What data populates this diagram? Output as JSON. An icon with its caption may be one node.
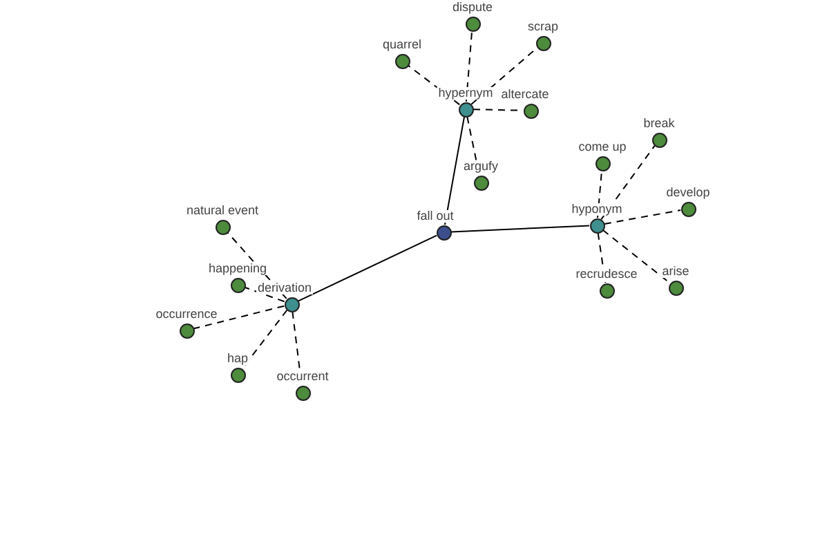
{
  "diagram": {
    "nodes": [
      {
        "text": [],
        "shape": "circle",
        "beside": [
          "fall out"
        ]
      },
      {
        "text": [],
        "shape": "circle",
        "beside": [
          "hypernym"
        ]
      },
      {
        "text": [],
        "shape": "circle",
        "beside": [
          "dispute"
        ]
      },
      {
        "text": [],
        "shape": "circle",
        "beside": [
          "scrap"
        ]
      },
      {
        "text": [],
        "shape": "circle",
        "beside": [
          "quarrel"
        ]
      },
      {
        "text": [],
        "shape": "circle",
        "beside": [
          "altercate"
        ]
      },
      {
        "text": [],
        "shape": "circle",
        "beside": [
          "argufy"
        ]
      },
      {
        "text": [],
        "shape": "circle",
        "beside": [
          "hyponym"
        ]
      },
      {
        "text": [],
        "shape": "circle",
        "beside": [
          "come up"
        ]
      },
      {
        "text": [],
        "shape": "circle",
        "beside": [
          "break"
        ]
      },
      {
        "text": [],
        "shape": "circle",
        "beside": [
          "develop"
        ]
      },
      {
        "text": [],
        "shape": "circle",
        "beside": [
          "recrudesce"
        ]
      },
      {
        "text": [],
        "shape": "circle",
        "beside": [
          "arise"
        ]
      },
      {
        "text": [],
        "shape": "circle",
        "beside": [
          "derivation"
        ]
      },
      {
        "text": [],
        "shape": "circle",
        "beside": [
          "natural event"
        ]
      },
      {
        "text": [],
        "shape": "circle",
        "beside": [
          "happening"
        ]
      },
      {
        "text": [],
        "shape": "circle",
        "beside": [
          "occurrence"
        ]
      },
      {
        "text": [],
        "shape": "circle",
        "beside": [
          "hap"
        ]
      },
      {
        "text": [],
        "shape": "circle",
        "beside": [
          "occurrent"
        ]
      }
    ],
    "edges": [
      {
        "from": 0,
        "to": 1,
        "arrow": "none"
      },
      {
        "from": 0,
        "to": 7,
        "arrow": "none"
      },
      {
        "from": 0,
        "to": 13,
        "arrow": "none"
      },
      {
        "from": 1,
        "to": 2,
        "arrow": "none",
        "style": "dashed"
      },
      {
        "from": 1,
        "to": 3,
        "arrow": "none",
        "style": "dashed"
      },
      {
        "from": 1,
        "to": 4,
        "arrow": "none",
        "style": "dashed"
      },
      {
        "from": 1,
        "to": 5,
        "arrow": "none",
        "style": "dashed"
      },
      {
        "from": 1,
        "to": 6,
        "arrow": "none",
        "style": "dashed"
      },
      {
        "from": 7,
        "to": 8,
        "arrow": "none",
        "style": "dashed"
      },
      {
        "from": 7,
        "to": 9,
        "arrow": "none",
        "style": "dashed"
      },
      {
        "from": 7,
        "to": 10,
        "arrow": "none",
        "style": "dashed"
      },
      {
        "from": 7,
        "to": 11,
        "arrow": "none",
        "style": "dashed"
      },
      {
        "from": 7,
        "to": 12,
        "arrow": "none",
        "style": "dashed"
      },
      {
        "from": 13,
        "to": 14,
        "arrow": "none",
        "style": "dashed"
      },
      {
        "from": 13,
        "to": 15,
        "arrow": "none",
        "style": "dashed"
      },
      {
        "from": 13,
        "to": 16,
        "arrow": "none",
        "style": "dashed"
      },
      {
        "from": 13,
        "to": 17,
        "arrow": "none",
        "style": "dashed"
      },
      {
        "from": 13,
        "to": 18,
        "arrow": "none",
        "style": "dashed"
      }
    ]
  }
}
